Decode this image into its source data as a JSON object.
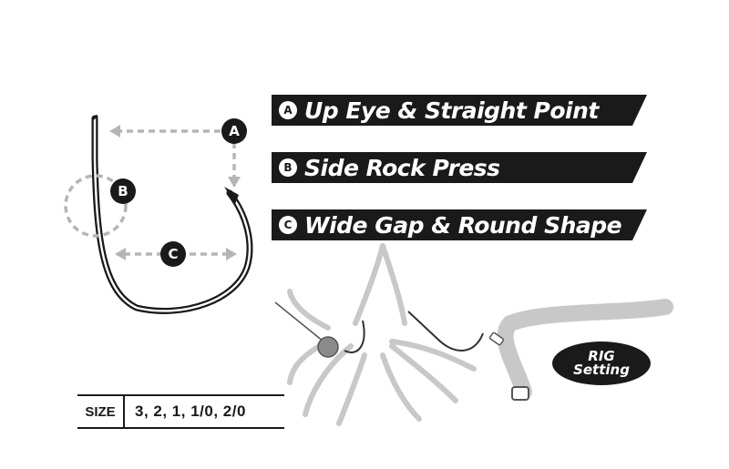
{
  "features": [
    {
      "badge": "A",
      "text": "Up Eye & Straight Point"
    },
    {
      "badge": "B",
      "text": "Side Rock Press"
    },
    {
      "badge": "C",
      "text": "Wide Gap & Round Shape"
    }
  ],
  "diagram_markers": {
    "a": "A",
    "b": "B",
    "c": "C"
  },
  "size_table": {
    "label": "SIZE",
    "values": "3, 2, 1, 1/0, 2/0"
  },
  "rig_badge": {
    "line1": "RIG",
    "line2": "Setting"
  },
  "colors": {
    "ink": "#1a1a1a",
    "dashed": "#b5b5b5",
    "rig_gray": "#c8c8c8"
  }
}
